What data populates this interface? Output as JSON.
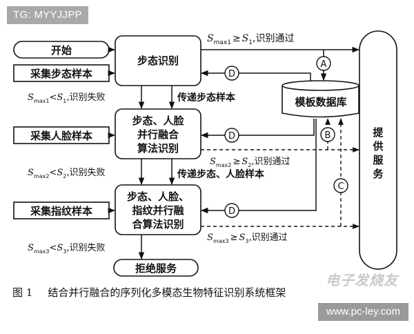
{
  "header_tag": "TG: MYYJJPP",
  "watermark": {
    "url": "www.pc-ley.com",
    "logo_text": "电子发烧友"
  },
  "nodes": {
    "start": "开始",
    "collect_gait": "采集步态样本",
    "gait_recog": "步态识别",
    "collect_face": "采集人脸样本",
    "fusion1": [
      "步态、人脸",
      "并行融合",
      "算法识别"
    ],
    "collect_finger": "采集指纹样本",
    "fusion2": [
      "步态、人脸、",
      "指纹并行融",
      "合算法识别"
    ],
    "reject": "拒绝服务",
    "template_db": "模板数据库",
    "service": [
      "提",
      "供",
      "服",
      "务"
    ]
  },
  "markers": {
    "A": "A",
    "B": "B",
    "C": "C",
    "D": "D"
  },
  "edge_labels": {
    "pass1": {
      "s": "S",
      "sub": "max1",
      "rel": "≥",
      "s2": "S",
      "sub2": "1",
      "tail": ",识别通过"
    },
    "fail1": {
      "s": "S",
      "sub": "max1",
      "rel": "<",
      "s2": "S",
      "sub2": "1",
      "tail": ",识别失败"
    },
    "pass2": {
      "s": "S",
      "sub": "max2",
      "rel": "≥",
      "s2": "S",
      "sub2": "2",
      "tail": ",识别通过"
    },
    "fail2": {
      "s": "S",
      "sub": "max2",
      "rel": "<",
      "s2": "S",
      "sub2": "2",
      "tail": ",识别失败"
    },
    "pass3": {
      "s": "S",
      "sub": "max3",
      "rel": "≥",
      "s2": "S",
      "sub2": "3",
      "tail": ",识别通过"
    },
    "fail3": {
      "s": "S",
      "sub": "max3",
      "rel": "<",
      "s2": "S",
      "sub2": "3",
      "tail": ",识别失败"
    },
    "pass_gait": "传递步态样本",
    "pass_gait_face": "传递步态、人脸样本"
  },
  "caption": {
    "number": "图 1",
    "text": "结合并行融合的序列化多模态生物特征识别系统框架"
  }
}
